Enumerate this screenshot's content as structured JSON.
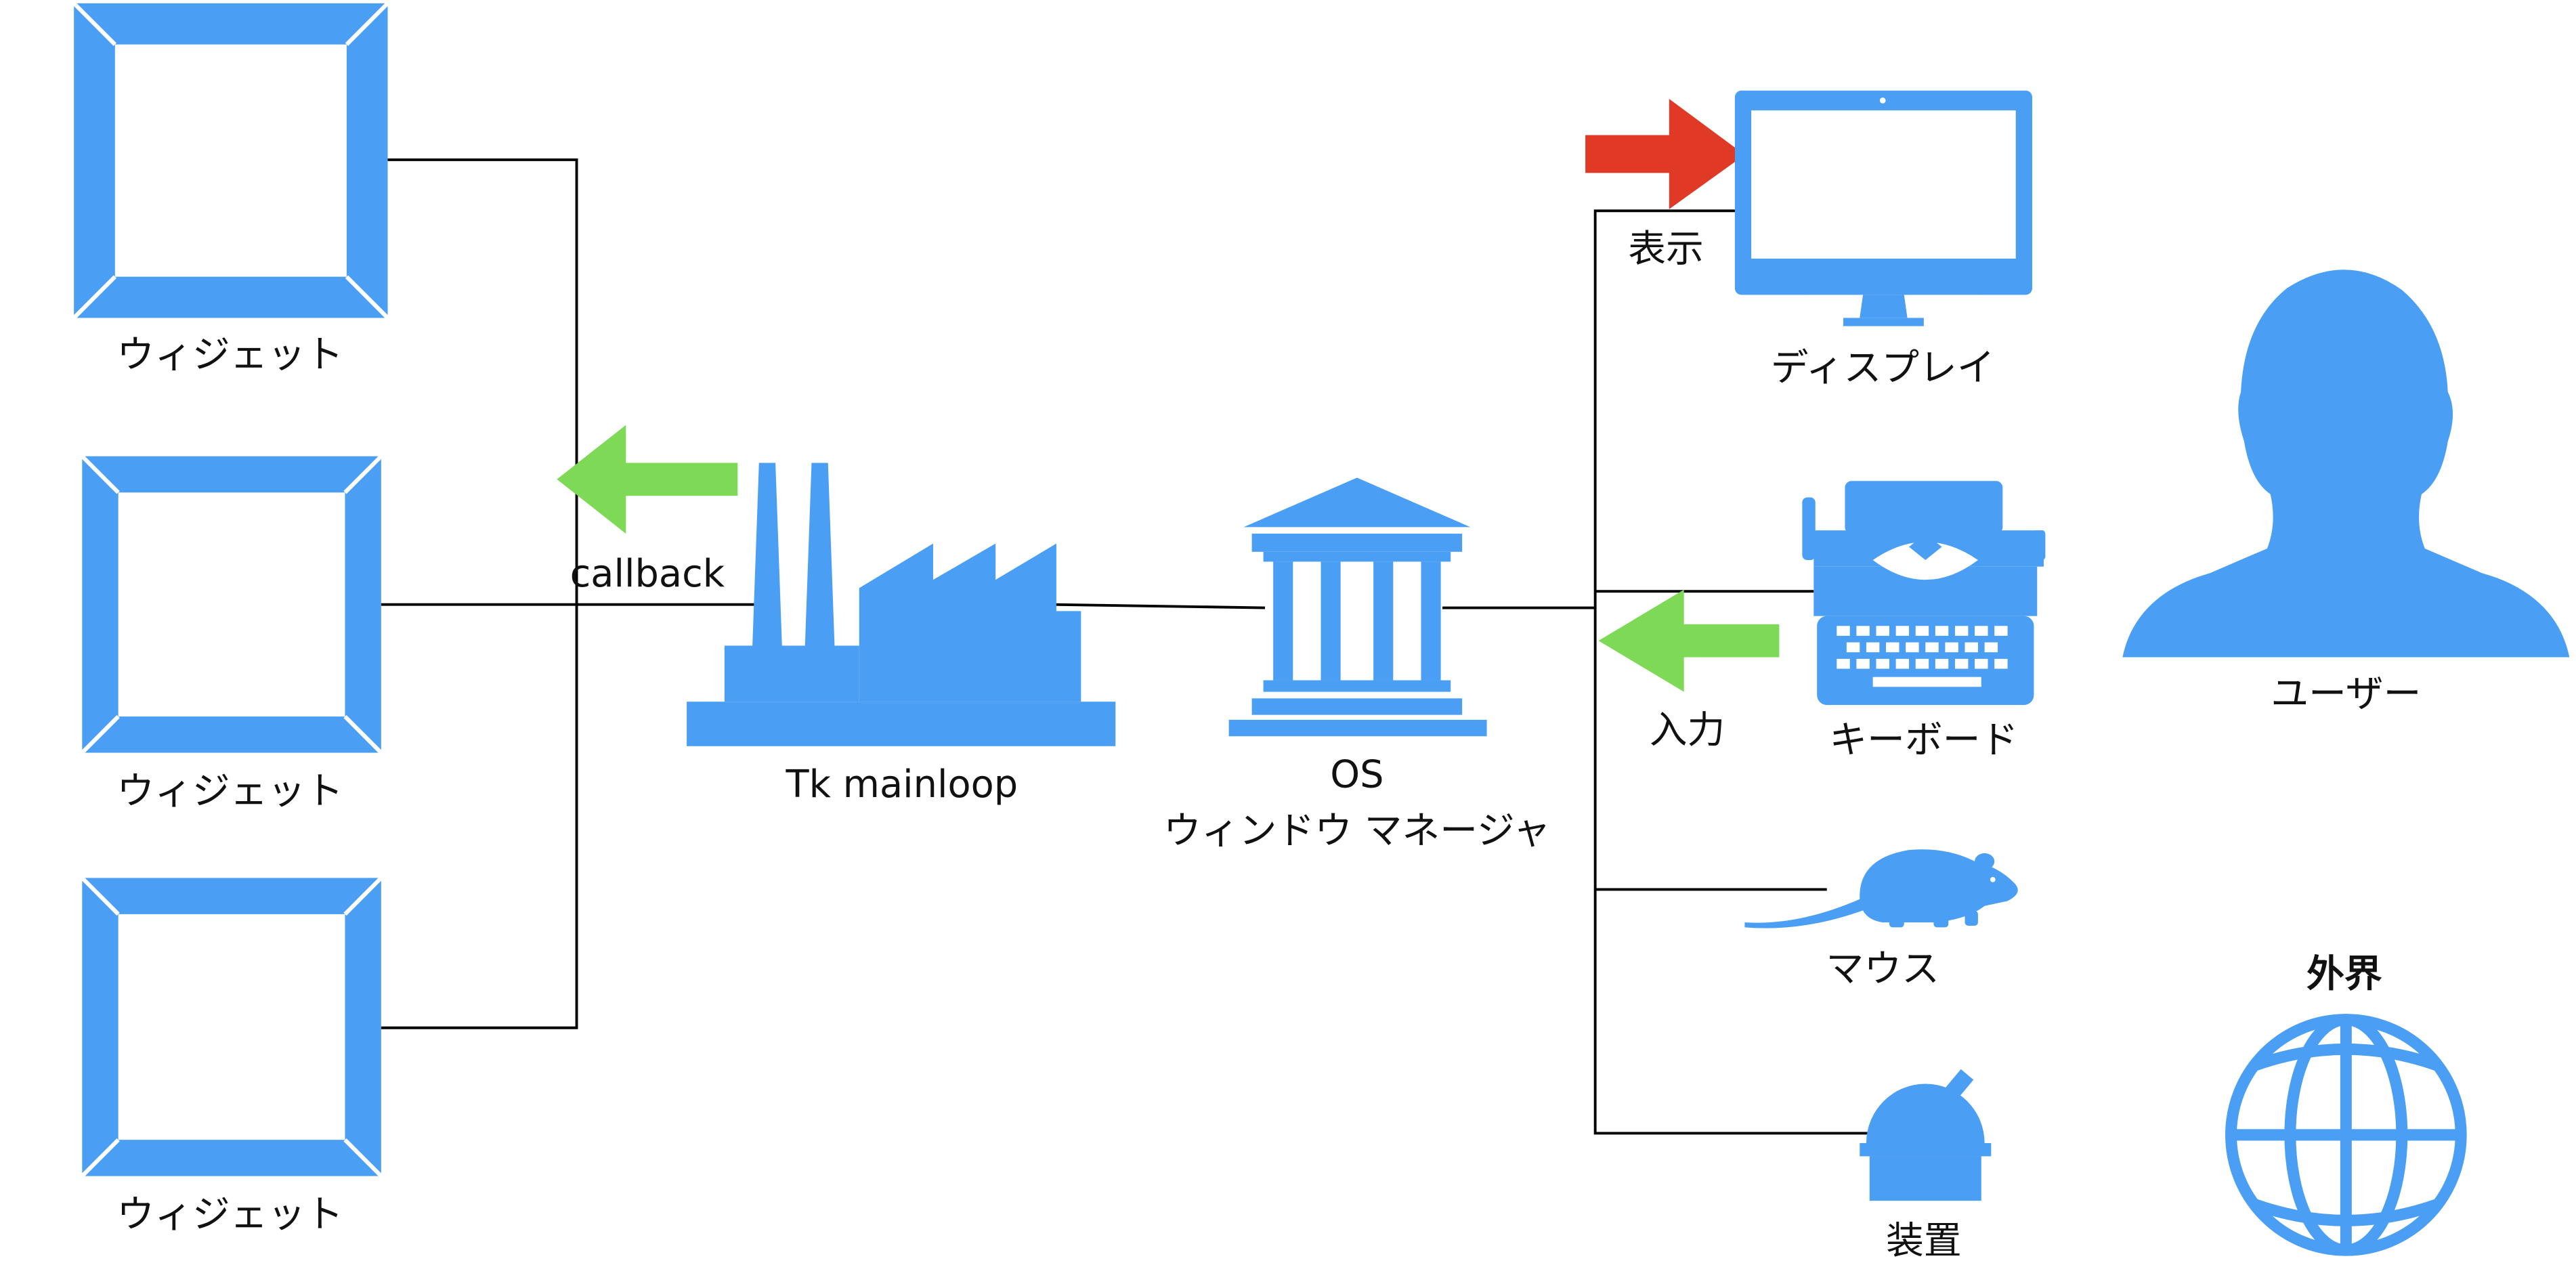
{
  "colors": {
    "icon": "#4a9ff5",
    "arrow_green": "#7ed957",
    "arrow_red": "#e03a26",
    "line": "#000000",
    "text": "#111111"
  },
  "widgets": [
    {
      "label": "ウィジェット"
    },
    {
      "label": "ウィジェット"
    },
    {
      "label": "ウィジェット"
    }
  ],
  "callback_label": "callback",
  "mainloop_label": "Tk mainloop",
  "os": {
    "line1": "OS",
    "line2": "ウィンドウ マネージャ"
  },
  "display": {
    "arrow_label": "表示",
    "label": "ディスプレイ"
  },
  "keyboard": {
    "arrow_label": "入力",
    "label": "キーボード"
  },
  "mouse_label": "マウス",
  "device_label": "装置",
  "user_label": "ユーザー",
  "world_label": "外界",
  "icons": {
    "widget": "square-frame-icon",
    "mainloop": "factory-icon",
    "os": "government-building-icon",
    "display": "monitor-icon",
    "keyboard": "typewriter-icon",
    "mouse": "mouse-rodent-icon",
    "device": "observatory-icon",
    "user": "person-silhouette-icon",
    "world": "globe-icon"
  }
}
